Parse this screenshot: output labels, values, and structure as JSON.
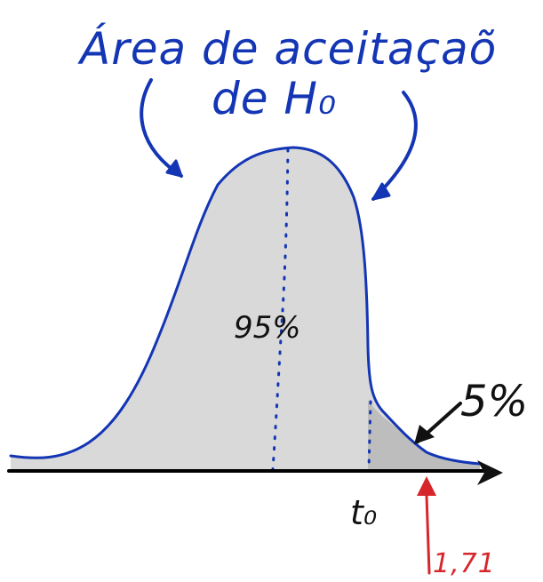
{
  "title": {
    "line1": "Área de aceitaçaõ",
    "line2": "de H₀"
  },
  "regions": {
    "acceptance_percent": "95%",
    "rejection_percent": "5%"
  },
  "axis": {
    "critical_symbol": "t₀",
    "critical_value": "1,71"
  },
  "colors": {
    "curve": "#1436b4",
    "fill": "#d9d9d9",
    "tail_fill": "#bdbdbd",
    "axis": "#000000",
    "critical": "#d7262b"
  },
  "icons": {
    "left_arrow": "curved-arrow-icon",
    "right_arrow": "curved-arrow-icon",
    "tail_pointer": "arrow-icon",
    "critical_pointer": "arrow-up-icon",
    "axis_end": "arrowhead-icon"
  }
}
